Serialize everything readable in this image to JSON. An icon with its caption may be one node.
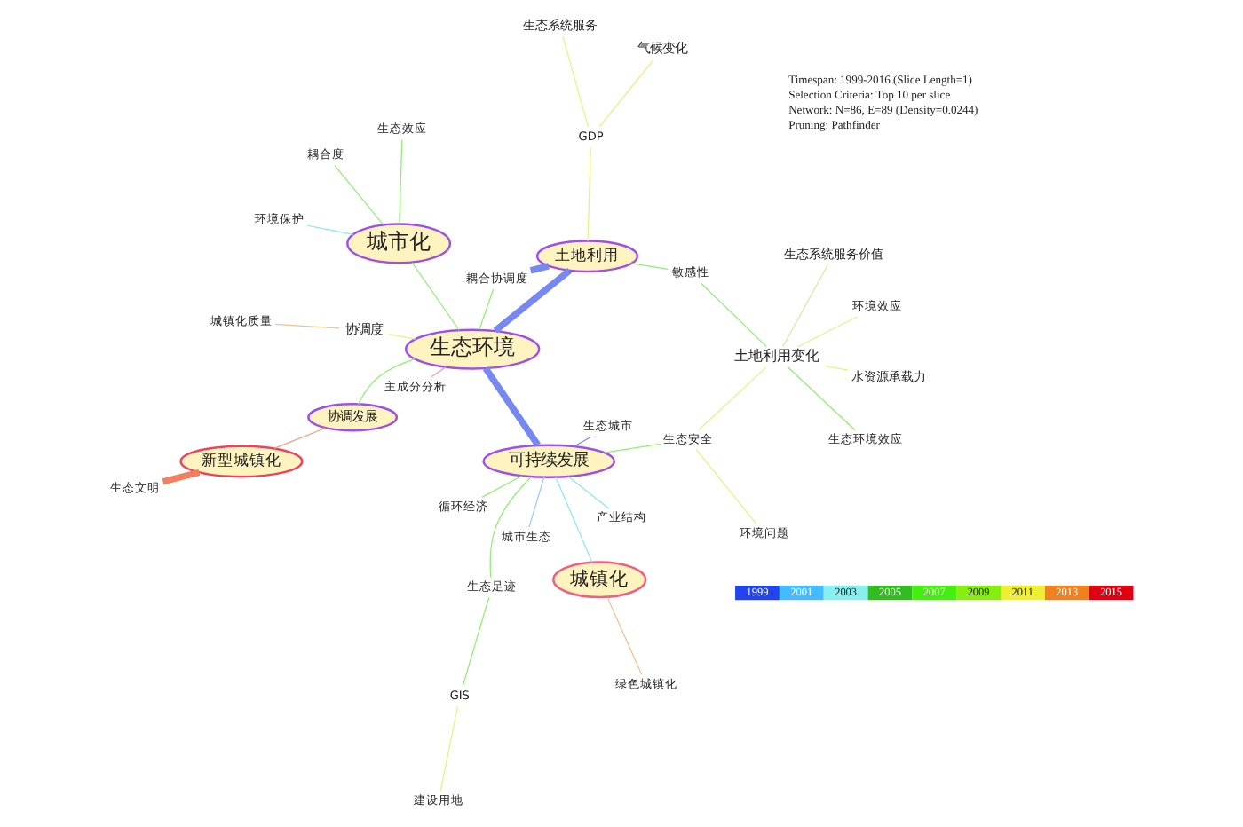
{
  "diagram": {
    "nodes": [
      {
        "text": [
          "城镇化"
        ]
      },
      {
        "text": [
          "绿色城镇化"
        ]
      },
      {
        "text": [
          "GIS"
        ]
      },
      {
        "text": [
          "建设用地"
        ]
      },
      {
        "text": [
          "生态足迹"
        ]
      },
      {
        "text": [
          "循环经济"
        ]
      },
      {
        "text": [
          "城市生态"
        ]
      },
      {
        "text": [
          "环境问题"
        ]
      },
      {
        "text": [
          "可持续发展"
        ]
      },
      {
        "text": [
          "生态城市"
        ]
      },
      {
        "text": [
          "产业结构"
        ]
      },
      {
        "text": [
          "生态安全"
        ]
      },
      {
        "text": [
          "水资源承载力"
        ]
      },
      {
        "text": [
          "土地利用变化"
        ]
      },
      {
        "text": [
          "环境效应"
        ]
      },
      {
        "text": [
          "生态环境效应"
        ]
      },
      {
        "text": [
          "敏感性"
        ]
      },
      {
        "text": [
          "生态系统服务"
        ]
      },
      {
        "text": [
          "生态系统服务价值"
        ]
      },
      {
        "text": [
          "GDP"
        ]
      },
      {
        "text": [
          "土地利用"
        ]
      },
      {
        "text": [
          "主成分分析"
        ]
      },
      {
        "text": [
          "生态环境"
        ]
      },
      {
        "text": [
          "耦合度"
        ]
      },
      {
        "text": [
          "城市化"
        ]
      },
      {
        "text": [
          "耦合协调度"
        ]
      },
      {
        "text": [
          "协调发展"
        ]
      },
      {
        "text": [
          "协调度"
        ]
      },
      {
        "text": [
          "城镇化质量"
        ]
      },
      {
        "text": [
          "生态效应"
        ]
      },
      {
        "text": [
          "环境保护"
        ]
      },
      {
        "text": [
          "新型城镇化"
        ]
      },
      {
        "text": [
          "生态文明"
        ]
      },
      {
        "text": [
          "气候变化"
        ]
      }
    ],
    "edges": [
      {
        "from": 0,
        "to": 1,
        "arrow": "none",
        "color": "#f0c090"
      },
      {
        "from": 0,
        "to": 8,
        "arrow": "none",
        "color": "#88e8f0"
      },
      {
        "from": 2,
        "to": 3,
        "arrow": "none",
        "color": "#e8f080"
      },
      {
        "from": 2,
        "to": 4,
        "arrow": "none"
      },
      {
        "from": 4,
        "to": 8,
        "arrow": "none"
      },
      {
        "from": 5,
        "to": 8,
        "arrow": "none"
      },
      {
        "from": 6,
        "to": 8,
        "arrow": "none",
        "color": "#99ccf0"
      },
      {
        "from": 7,
        "to": 11,
        "arrow": "none",
        "color": "#e8f080"
      },
      {
        "from": 11,
        "to": 8,
        "arrow": "none"
      },
      {
        "from": 11,
        "to": 13,
        "arrow": "none",
        "color": "#e8f080"
      },
      {
        "from": 12,
        "to": 13,
        "arrow": "none",
        "color": "#e8f080"
      },
      {
        "from": 13,
        "to": 14,
        "arrow": "none",
        "color": "#e0f090"
      },
      {
        "from": 13,
        "to": 15,
        "arrow": "none"
      },
      {
        "from": 13,
        "to": 18,
        "arrow": "none",
        "color": "#e8e0a0"
      },
      {
        "from": 13,
        "to": 16,
        "arrow": "none"
      },
      {
        "from": 16,
        "to": 20,
        "arrow": "none"
      },
      {
        "from": 20,
        "to": 19,
        "arrow": "none",
        "color": "#e8f080"
      },
      {
        "from": 19,
        "to": 17,
        "arrow": "none",
        "color": "#e8f080"
      },
      {
        "from": 19,
        "to": 33,
        "arrow": "none",
        "color": "#e8f080"
      },
      {
        "from": 20,
        "to": 22,
        "arrow": "none",
        "color": "#7788f0",
        "style": "thick"
      },
      {
        "from": 20,
        "to": 25,
        "arrow": "none",
        "color": "#7788f0",
        "style": "thick"
      },
      {
        "from": 8,
        "to": 22,
        "arrow": "none",
        "color": "#7788f0",
        "style": "thick"
      },
      {
        "from": 8,
        "to": 9,
        "arrow": "none",
        "color": "#7788f0"
      },
      {
        "from": 8,
        "to": 10,
        "arrow": "none",
        "color": "#88e8f0"
      },
      {
        "from": 22,
        "to": 21,
        "arrow": "none",
        "color": "#f0a0b0"
      },
      {
        "from": 22,
        "to": 24,
        "arrow": "none"
      },
      {
        "from": 24,
        "to": 23,
        "arrow": "none"
      },
      {
        "from": 22,
        "to": 25,
        "arrow": "none"
      },
      {
        "from": 22,
        "to": 27,
        "arrow": "none",
        "color": "#e8f080"
      },
      {
        "from": 27,
        "to": 28,
        "arrow": "none",
        "color": "#f0c090"
      },
      {
        "from": 22,
        "to": 26,
        "arrow": "none"
      },
      {
        "from": 26,
        "to": 31,
        "arrow": "none",
        "color": "#f0a080"
      },
      {
        "from": 31,
        "to": 32,
        "arrow": "none",
        "color": "#f08060",
        "style": "thick"
      },
      {
        "from": 24,
        "to": 29,
        "arrow": "none"
      },
      {
        "from": 24,
        "to": 30,
        "arrow": "none",
        "color": "#88e8f0"
      }
    ],
    "labels": [
      "Timespan: 1999-2016 (Slice Length=1)",
      "Selection Criteria: Top 10 per slice",
      "Network: N=86, E=89 (Density=0.0244)",
      "Pruning: Pathfinder"
    ],
    "legend": [
      {
        "text": "1999",
        "color": "#2244ee"
      },
      {
        "text": "2001",
        "color": "#44bbff"
      },
      {
        "text": "2003",
        "color": "#88eeee"
      },
      {
        "text": "2005",
        "color": "#33bb22"
      },
      {
        "text": "2007",
        "color": "#44ee11"
      },
      {
        "text": "2009",
        "color": "#88ee11"
      },
      {
        "text": "2011",
        "color": "#eeee33"
      },
      {
        "text": "2013",
        "color": "#f08020"
      },
      {
        "text": "2015",
        "color": "#e00010"
      }
    ]
  }
}
